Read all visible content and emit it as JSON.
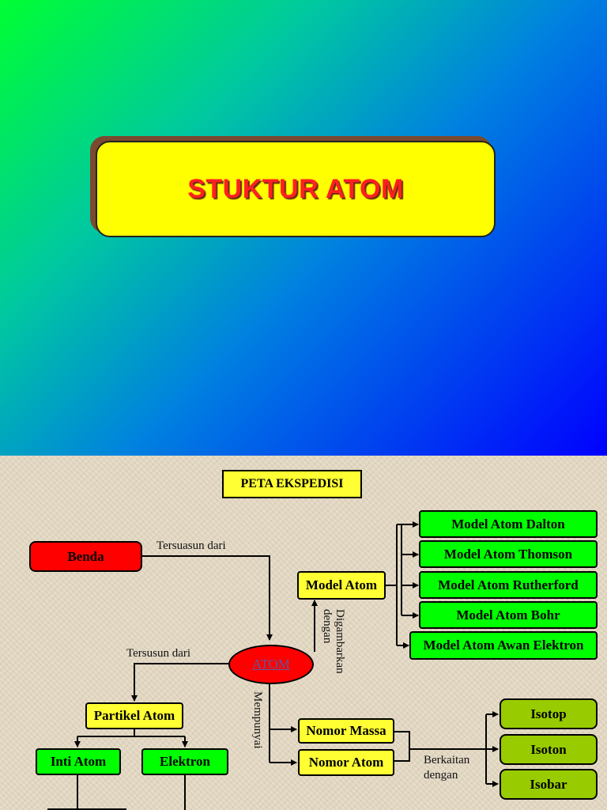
{
  "slide1": {
    "title": "STUKTUR ATOM"
  },
  "slide2": {
    "header": "PETA EKSPEDISI",
    "nodes": {
      "benda": "Benda",
      "atom": "ATOM",
      "model_atom": "Model Atom",
      "partikel_atom": "Partikel Atom",
      "inti_atom": "Inti Atom",
      "elektron": "Elektron",
      "nomor_massa": "Nomor Massa",
      "nomor_atom": "Nomor Atom",
      "models": [
        "Model Atom Dalton",
        "Model Atom Thomson",
        "Model Atom Rutherford",
        "Model Atom Bohr",
        "Model Atom Awan Elektron"
      ],
      "iso": [
        "Isotop",
        "Isoton",
        "Isobar"
      ]
    },
    "labels": {
      "tersusun_dari_benda": "Tersuasun dari",
      "tersusun_dari_atom": "Tersusun dari",
      "digambarkan": "Digambarkan dengan",
      "mempunyai": "Mempunyai",
      "berkaitan_1": "Berkaitan",
      "berkaitan_2": "dengan"
    },
    "colors": {
      "green": "#00ff00",
      "yellow": "#ffff33",
      "red": "#ff0000",
      "olive": "#99cc00"
    }
  }
}
